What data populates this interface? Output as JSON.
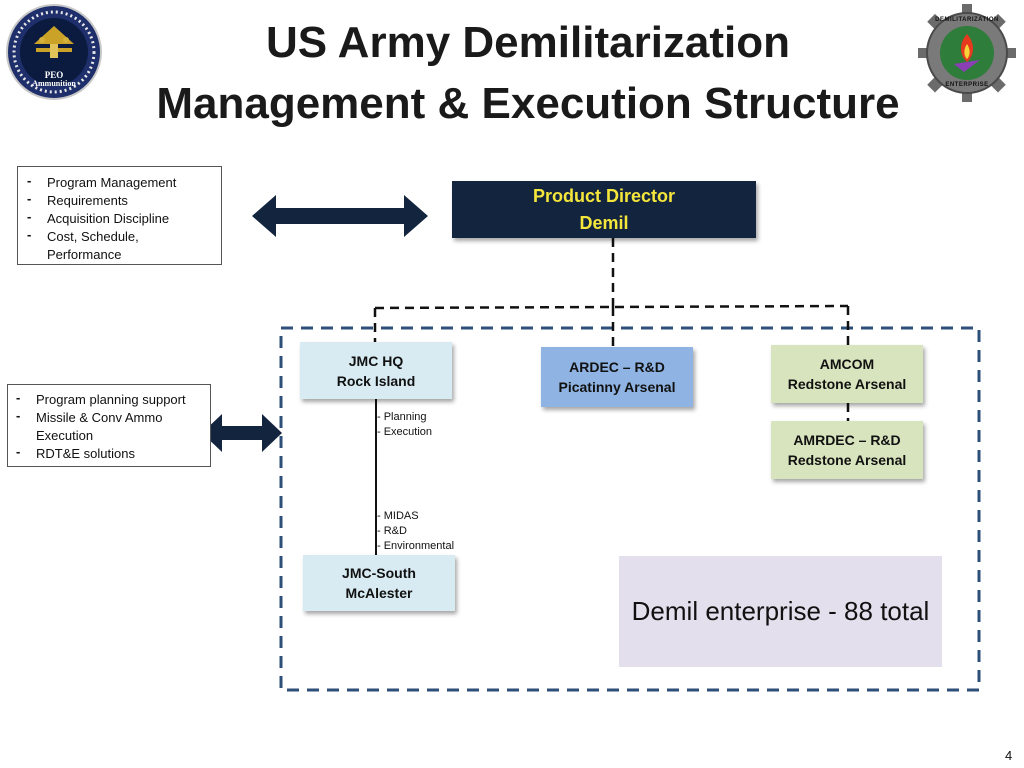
{
  "slide": {
    "title_line1": "US Army Demilitarization",
    "title_line2": "Management & Execution Structure",
    "page_number": "4"
  },
  "logos": {
    "left": {
      "top_text": "PEO",
      "bottom_text": "Ammunition",
      "icon": "peo-ammunition-seal-icon"
    },
    "right": {
      "top_text": "DEMILITARIZATION",
      "bottom_text": "ENTERPRISE",
      "icon": "demil-enterprise-gear-icon"
    }
  },
  "left_notes": {
    "top_items": [
      "Program Management",
      "Requirements",
      "Acquisition Discipline",
      "Cost, Schedule, Performance"
    ],
    "middle_items": [
      "Program planning support",
      "Missile & Conv Ammo Execution",
      "RDT&E solutions"
    ]
  },
  "nodes": {
    "product_director": "Product Director\nDemil",
    "jmc_hq": "JMC HQ\nRock Island",
    "ardec": "ARDEC – R&D\nPicatinny Arsenal",
    "amcom": "AMCOM\nRedstone Arsenal",
    "amrdec": "AMRDEC – R&D\nRedstone Arsenal",
    "jmc_south": "JMC-South\nMcAlester"
  },
  "annotations": {
    "jmc_hq_roles": "- Planning\n- Execution",
    "jmc_south_roles": "- MIDAS\n- R&D\n- Environmental"
  },
  "enterprise_box": "Demil enterprise - 88 total",
  "colors": {
    "navy": "#13243f",
    "product_director_text": "#f5e63c",
    "light_blue": "#d8ebf2",
    "mid_blue": "#8fb4e3",
    "light_green": "#d7e4bd",
    "lavender": "#e4dfec",
    "dash_blue": "#2e4f7a"
  }
}
